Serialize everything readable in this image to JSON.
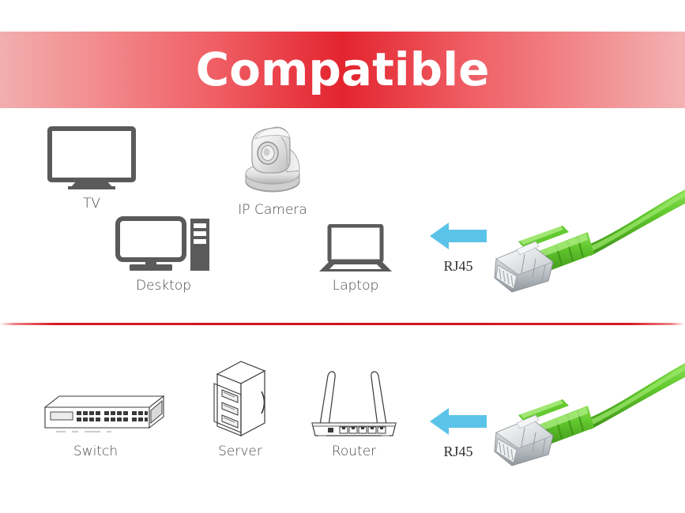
{
  "header": {
    "title": "Compatible",
    "background_gradient_center": "#E3242F",
    "background_gradient_edge": "#F2AEAE",
    "text_color": "#FFFFFF"
  },
  "divider": {
    "color": "#D61923"
  },
  "colors": {
    "device_icon_gray": "#5A5A5A",
    "label_text": "#4A4A4A",
    "arrow_blue": "#5BC3E8",
    "cable_green": "#5FC52E",
    "connector_silver": "#C9CDD1",
    "lineart_stroke": "#3A3A3A"
  },
  "sections": [
    {
      "name": "consumer-devices-row",
      "items": [
        {
          "id": "tv",
          "label": "TV",
          "icon": "tv-icon"
        },
        {
          "id": "ipcamera",
          "label": "IP Camera",
          "icon": "ip-camera-icon"
        },
        {
          "id": "desktop",
          "label": "Desktop",
          "icon": "desktop-icon"
        },
        {
          "id": "laptop",
          "label": "Laptop",
          "icon": "laptop-icon"
        },
        {
          "id": "rj45-top",
          "label": "RJ45",
          "icon": "arrow-left-icon"
        }
      ],
      "cable": {
        "name": "ethernet-patch-cable",
        "color": "#5FC52E"
      }
    },
    {
      "name": "network-equipment-row",
      "items": [
        {
          "id": "switch",
          "label": "Switch",
          "icon": "network-switch-icon"
        },
        {
          "id": "server",
          "label": "Server",
          "icon": "server-rack-icon"
        },
        {
          "id": "router",
          "label": "Router",
          "icon": "wifi-router-icon"
        },
        {
          "id": "rj45-bot",
          "label": "RJ45",
          "icon": "arrow-left-icon"
        }
      ],
      "cable": {
        "name": "ethernet-patch-cable",
        "color": "#5FC52E"
      }
    }
  ]
}
